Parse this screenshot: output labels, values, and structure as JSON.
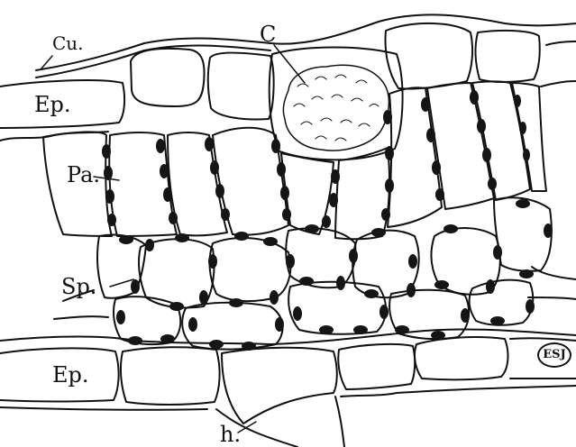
{
  "labels": {
    "cuticle": "Cu.",
    "crystal": "C",
    "upper_epidermis": "Ep.",
    "palisade": "Pa.",
    "spongy": "Sp.",
    "lower_epidermis": "Ep.",
    "hair": "h."
  },
  "monogram": "ESJ",
  "colors": {
    "ink": "#111111",
    "paper": "#ffffff",
    "chloroplast": "#151515"
  }
}
